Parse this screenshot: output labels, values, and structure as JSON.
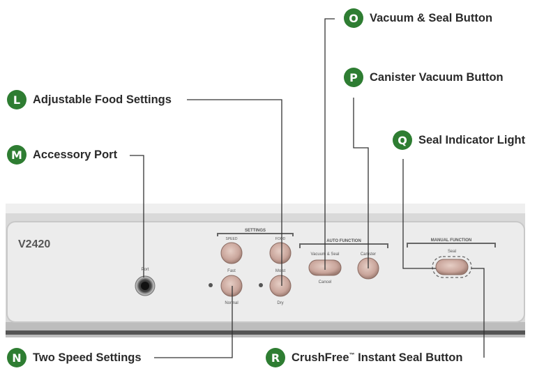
{
  "callouts": [
    {
      "letter": "O",
      "label": "Vacuum & Seal Button"
    },
    {
      "letter": "P",
      "label": "Canister Vacuum Button"
    },
    {
      "letter": "L",
      "label": "Adjustable Food Settings"
    },
    {
      "letter": "Q",
      "label": "Seal Indicator Light"
    },
    {
      "letter": "M",
      "label": "Accessory Port"
    },
    {
      "letter": "N",
      "label": "Two Speed Settings"
    },
    {
      "letter": "R",
      "label": "CrushFree",
      "label_tm": "™",
      "label_rest": " Instant Seal Button"
    }
  ],
  "panel": {
    "model": "V2420",
    "port_label": "Port",
    "settings_header": "SETTINGS",
    "speed_header": "SPEED",
    "food_header": "FOOD",
    "fast": "Fast",
    "normal": "Normal",
    "moist": "Moist",
    "dry": "Dry",
    "auto_header": "AUTO FUNCTION",
    "vacuum_seal": "Vacuum & Seal",
    "cancel": "Cancel",
    "canister": "Canister",
    "manual_header": "MANUAL FUNCTION",
    "seal": "Seal"
  },
  "colors": {
    "badge": "#2e7d32",
    "panel": "#e8e8e8",
    "button_red": "#c9a59b"
  }
}
